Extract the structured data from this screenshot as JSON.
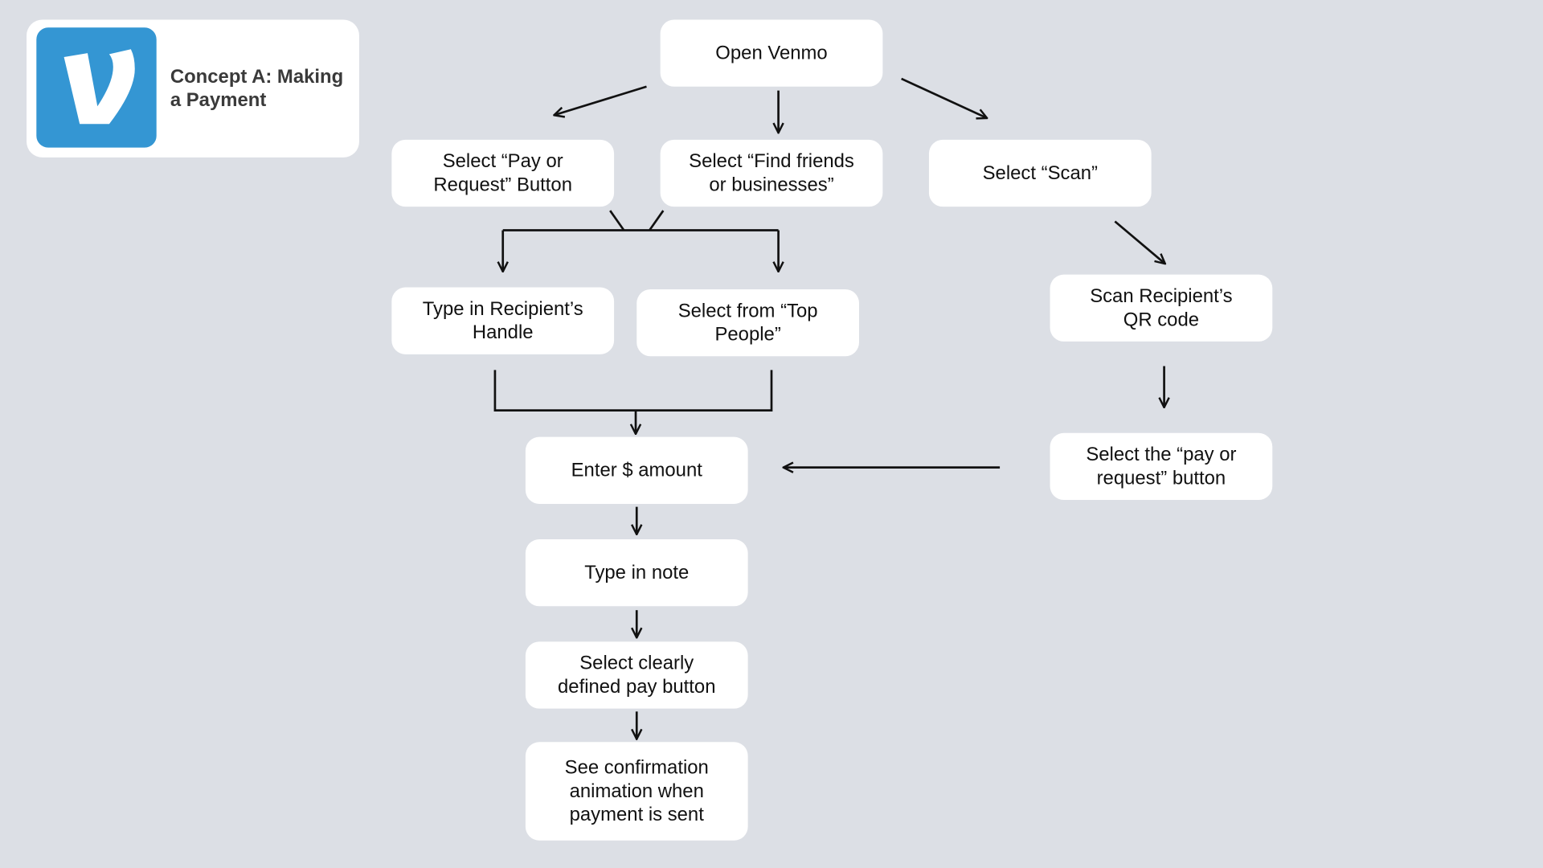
{
  "header": {
    "title": "Concept A: Making a Payment"
  },
  "brand": {
    "logo_color": "#3496d3",
    "logo_icon": "venmo-v-icon"
  },
  "nodes": {
    "open_venmo": "Open Venmo",
    "pay_or_request": "Select “Pay or\nRequest” Button",
    "find_friends": "Select “Find friends\nor businesses”",
    "scan": "Select “Scan”",
    "type_handle": "Type in Recipient’s\nHandle",
    "top_people": "Select from “Top\nPeople”",
    "scan_qr": "Scan Recipient’s\nQR code",
    "enter_amount": "Enter $ amount",
    "pay_request_button": "Select the “pay or\nrequest” button",
    "type_note": "Type in note",
    "pay_button": "Select clearly\ndefined pay button",
    "confirmation": "See confirmation\nanimation when\npayment is sent"
  }
}
